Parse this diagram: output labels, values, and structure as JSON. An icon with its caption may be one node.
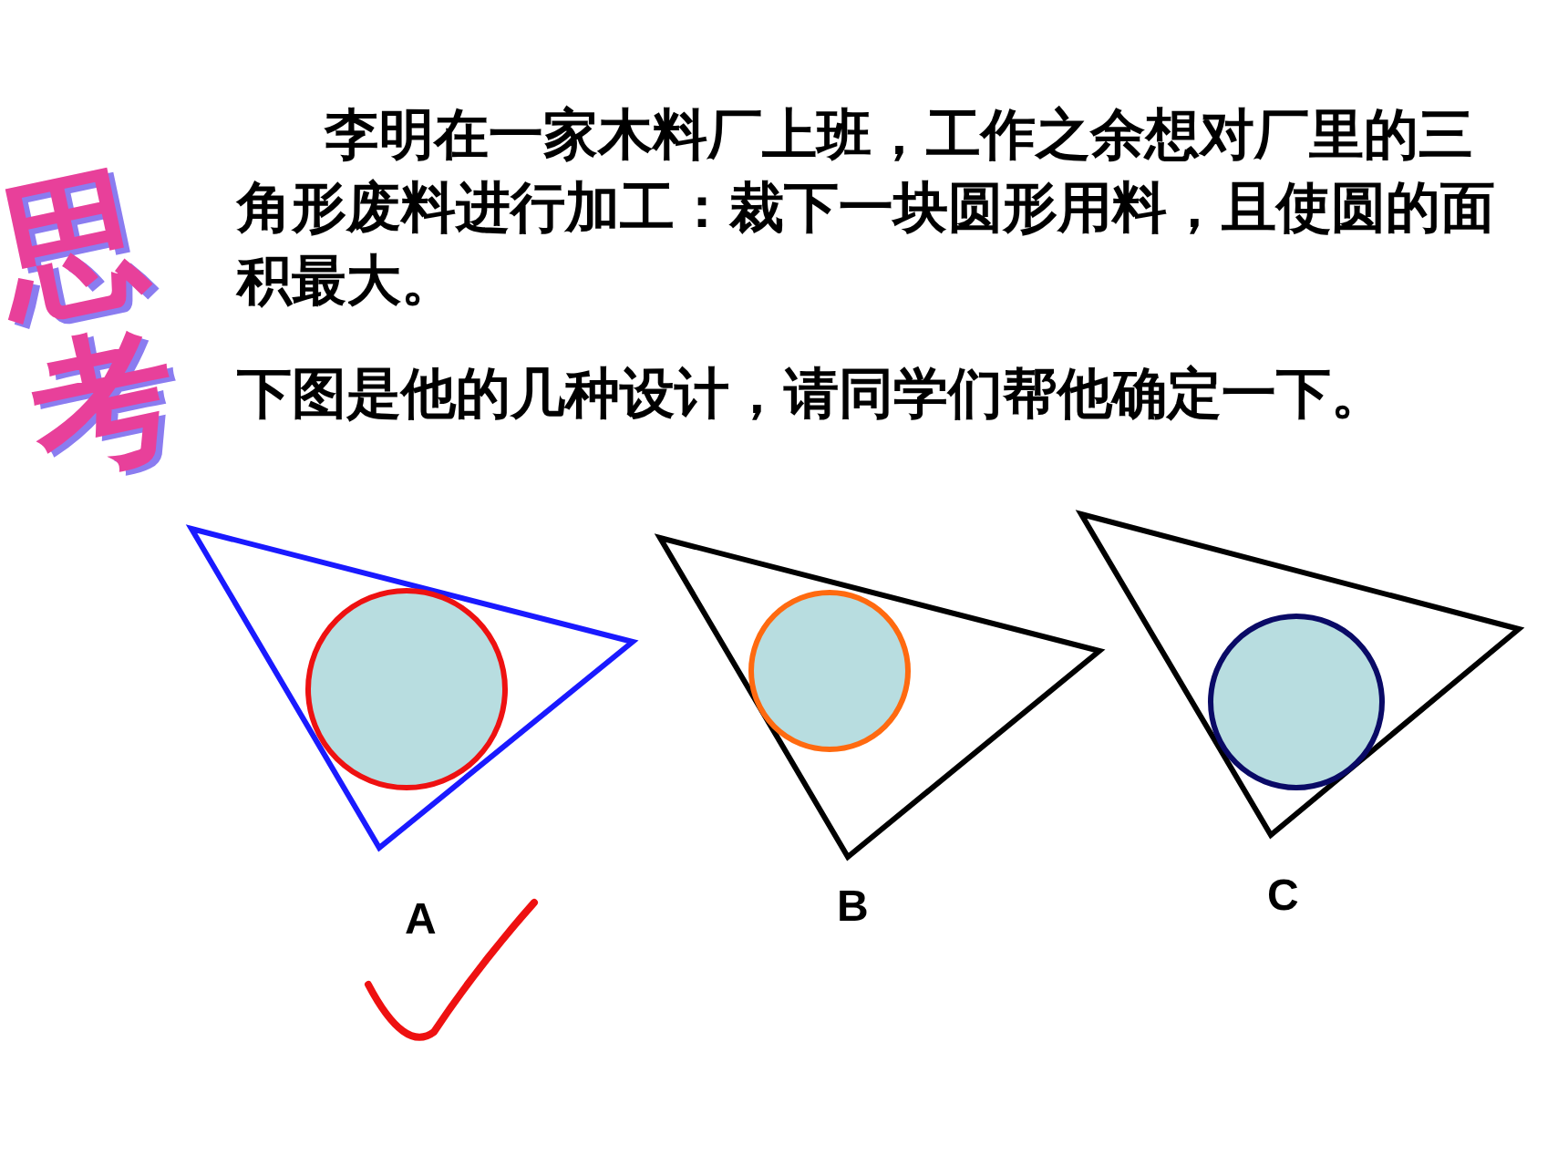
{
  "diagram": {
    "labels": [
      "思考",
      "李明在一家木料厂上班，工作之余想对厂里的三角形废料进行加工：裁下一块圆形用料，且使圆的面积最大。",
      "下图是他的几种设计，请同学们帮他确定一下。",
      "A",
      "B",
      "C"
    ]
  }
}
